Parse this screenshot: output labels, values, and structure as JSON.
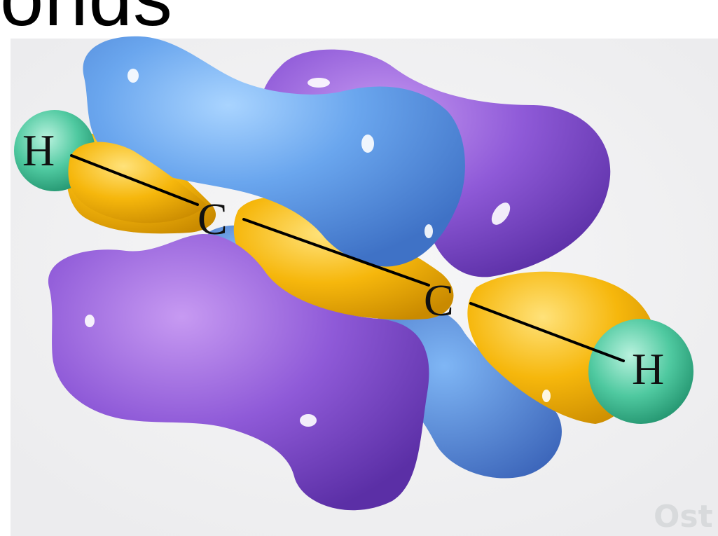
{
  "slide": {
    "title_fragment": "onds"
  },
  "molecule": {
    "labels": {
      "h_left": "H",
      "c_left": "C",
      "c_right": "C",
      "h_right": "H"
    },
    "colors": {
      "sigma_lobe": "#f3b713",
      "pi_lobe_blue": "#5e95e6",
      "pi_lobe_purple": "#7f4fd0",
      "hydrogen": "#46c39a",
      "bond_line": "#000000"
    }
  },
  "watermark": {
    "text": "Ost"
  }
}
